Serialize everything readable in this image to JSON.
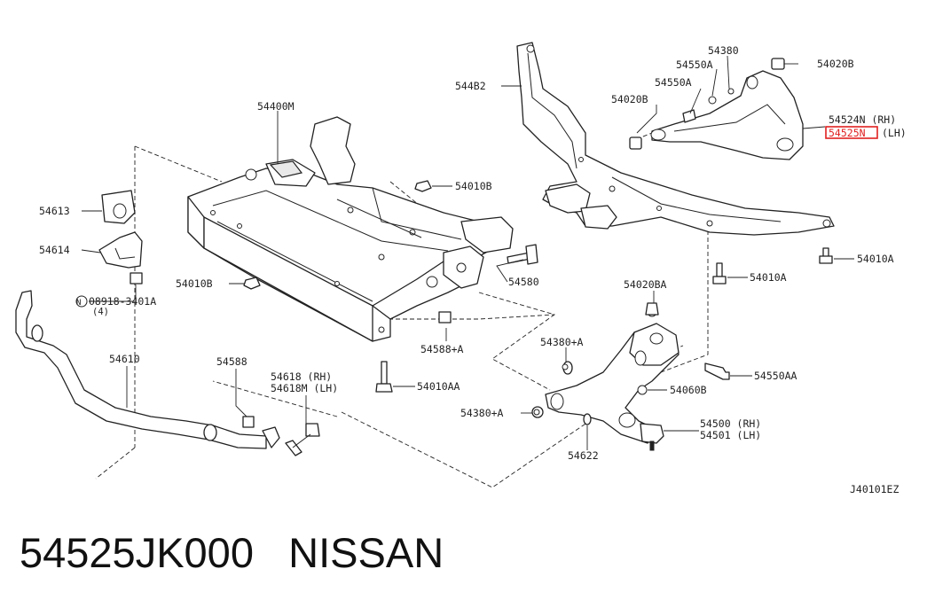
{
  "footer": {
    "part_number": "54525JK000",
    "brand": "NISSAN"
  },
  "diagram_code": "J40101EZ",
  "callouts": {
    "c54400M": "54400M",
    "c544B2": "544B2",
    "c54380": "54380",
    "c54550A_1": "54550A",
    "c54550A_2": "54550A",
    "c54020B_top": "54020B",
    "c54020B_mid": "54020B",
    "c54524N": "54524N (RH)",
    "c54525N": "54525N",
    "c54525N_side": "(LH)",
    "c54010B_right": "54010B",
    "c54010B_left": "54010B",
    "c54613": "54613",
    "c54614": "54614",
    "c08918": "08918-3401A",
    "c08918_qty": "(4)",
    "c54580": "54580",
    "c54010A_right": "54010A",
    "c54010A_mid": "54010A",
    "c54020BA": "54020BA",
    "c54588A": "54588+A",
    "c54380A_1": "54380+A",
    "c54380A_2": "54380+A",
    "c54610": "54610",
    "c54588": "54588",
    "c54618": "54618 (RH)",
    "c54618M": "54618M (LH)",
    "c54010AA": "54010AA",
    "c54060B": "54060B",
    "c54550AA": "54550AA",
    "c54500": "54500 (RH)",
    "c54501": "54501 (LH)",
    "c54622": "54622"
  }
}
